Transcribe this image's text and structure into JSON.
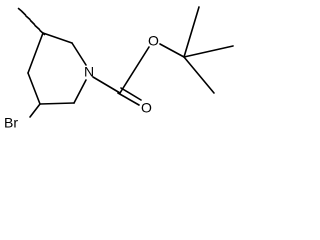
{
  "molecule": {
    "atoms": {
      "nitrogen": "N",
      "oxygen_carbonyl": "O",
      "oxygen_ester": "O",
      "bromine": "Br"
    },
    "colors": {
      "bond": "#000000",
      "label": "#000000",
      "background": "#ffffff"
    }
  }
}
